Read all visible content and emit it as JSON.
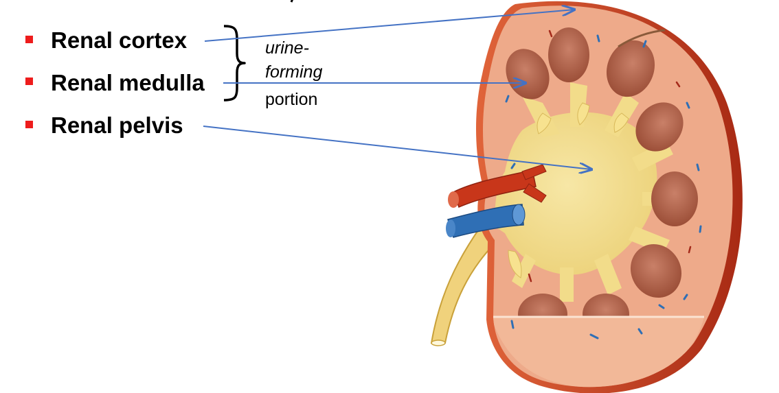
{
  "labels": {
    "cortex": "Renal cortex",
    "medulla": "Renal medulla",
    "pelvis": "Renal pelvis"
  },
  "bracket_note": {
    "line1": "urine-",
    "line2": "forming",
    "line3": "portion"
  },
  "colors": {
    "bullet": "#ee1c1c",
    "pointer": "#4472c4",
    "cortex": "#eeaa8a",
    "capsule": "#c8361a",
    "pyramid": "#b5654a",
    "pelvis": "#f2dc8a",
    "artery": "#c8361a",
    "vein": "#2f6fb5"
  },
  "icons": [
    "bullet-square-icon"
  ]
}
